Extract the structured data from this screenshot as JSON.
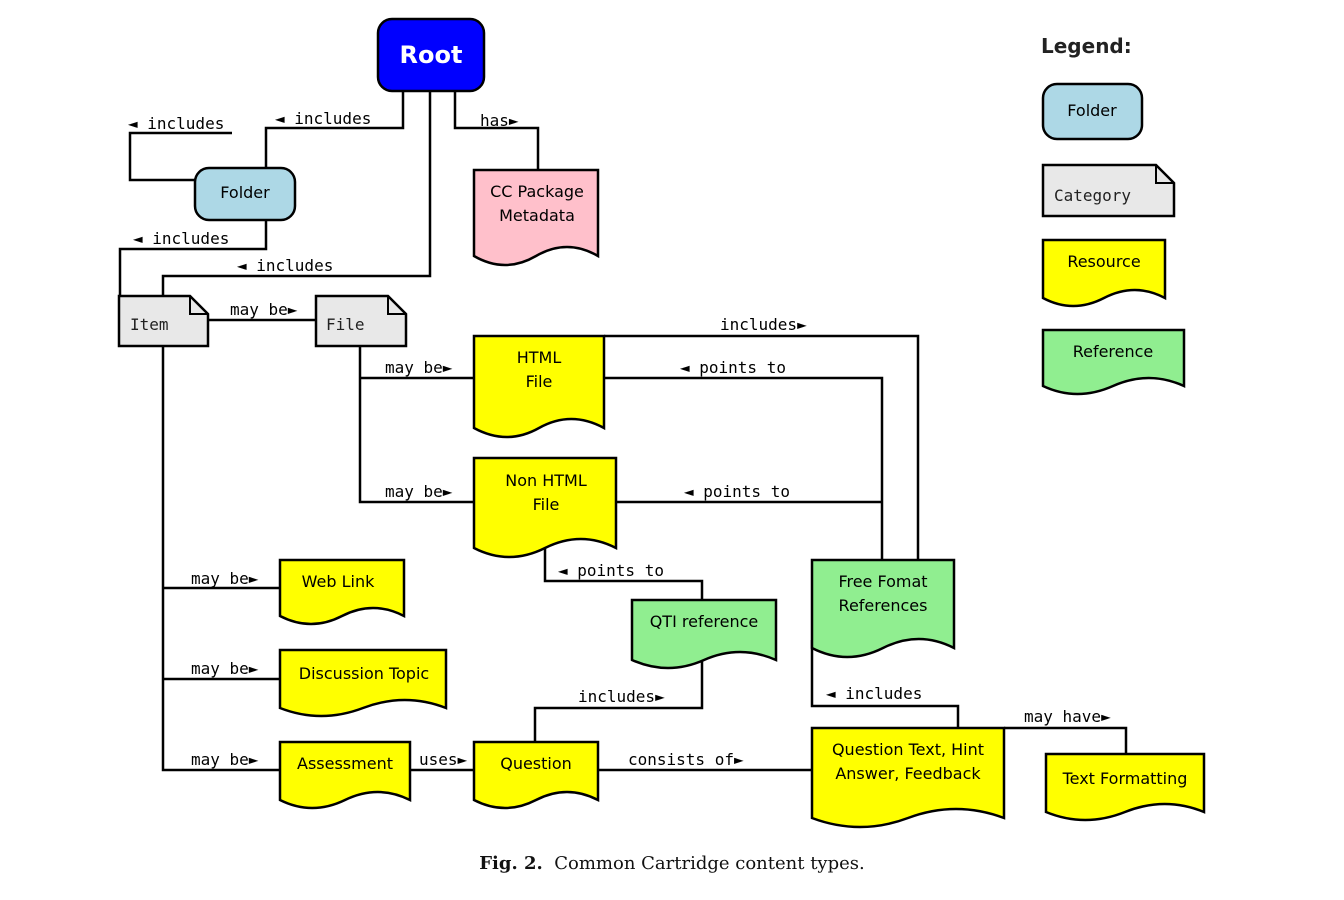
{
  "colors": {
    "root": "#0000ff",
    "folder": "#add8e6",
    "category": "#e8e8e8",
    "resource": "#ffff00",
    "reference": "#90ee90",
    "metadata": "#ffc0cb"
  },
  "nodes": {
    "root": "Root",
    "folder": "Folder",
    "cc_package_metadata": [
      "CC Package",
      "Metadata"
    ],
    "item": "Item",
    "file": "File",
    "html_file": [
      "HTML",
      "File"
    ],
    "non_html_file": [
      "Non HTML",
      "File"
    ],
    "web_link": "Web Link",
    "discussion_topic": "Discussion Topic",
    "assessment": "Assessment",
    "question": "Question",
    "qti_reference": "QTI reference",
    "free_format_references": [
      "Free Fomat",
      "References"
    ],
    "question_text": [
      "Question Text, Hint",
      "Answer, Feedback"
    ],
    "text_formatting": "Text Formatting"
  },
  "edge_labels": {
    "folder_self_includes": "◄ includes",
    "root_folder_includes": "◄ includes",
    "root_has": "has►",
    "folder_item_includes": "◄ includes",
    "root_item_includes": "◄ includes",
    "item_file_may_be": "may be►",
    "file_html_may_be": "may be►",
    "file_nonhtml_may_be": "may be►",
    "free_html_includes": "includes►",
    "free_html_points_to": "◄ points to",
    "free_nonhtml_points_to": "◄ points to",
    "qti_nonhtml_points_to": "◄ points to",
    "item_weblink_may_be": "may be►",
    "item_discussion_may_be": "may be►",
    "item_assessment_may_be": "may be►",
    "assessment_uses": "uses►",
    "question_qti_includes": "includes►",
    "question_consists_of": "consists of►",
    "free_questiontext_includes": "◄ includes",
    "questiontext_may_have": "may have►"
  },
  "legend": {
    "title": "Legend:",
    "folder": "Folder",
    "category": "Category",
    "resource": "Resource",
    "reference": "Reference"
  },
  "caption": {
    "label": "Fig. 2.",
    "text": "Common Cartridge content types."
  }
}
